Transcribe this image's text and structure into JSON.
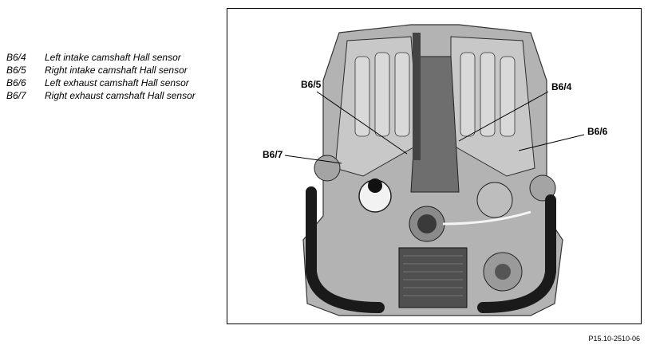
{
  "legend": [
    {
      "code": "B6/4",
      "desc": "Left intake camshaft Hall sensor"
    },
    {
      "code": "B6/5",
      "desc": "Right intake camshaft Hall sensor"
    },
    {
      "code": "B6/6",
      "desc": "Left exhaust camshaft Hall sensor"
    },
    {
      "code": "B6/7",
      "desc": "Right exhaust camshaft Hall sensor"
    }
  ],
  "figure": {
    "callouts": {
      "b65": "B6/5",
      "b64": "B6/4",
      "b66": "B6/6",
      "b67": "B6/7"
    },
    "figure_id": "P15.10-2510-06"
  }
}
